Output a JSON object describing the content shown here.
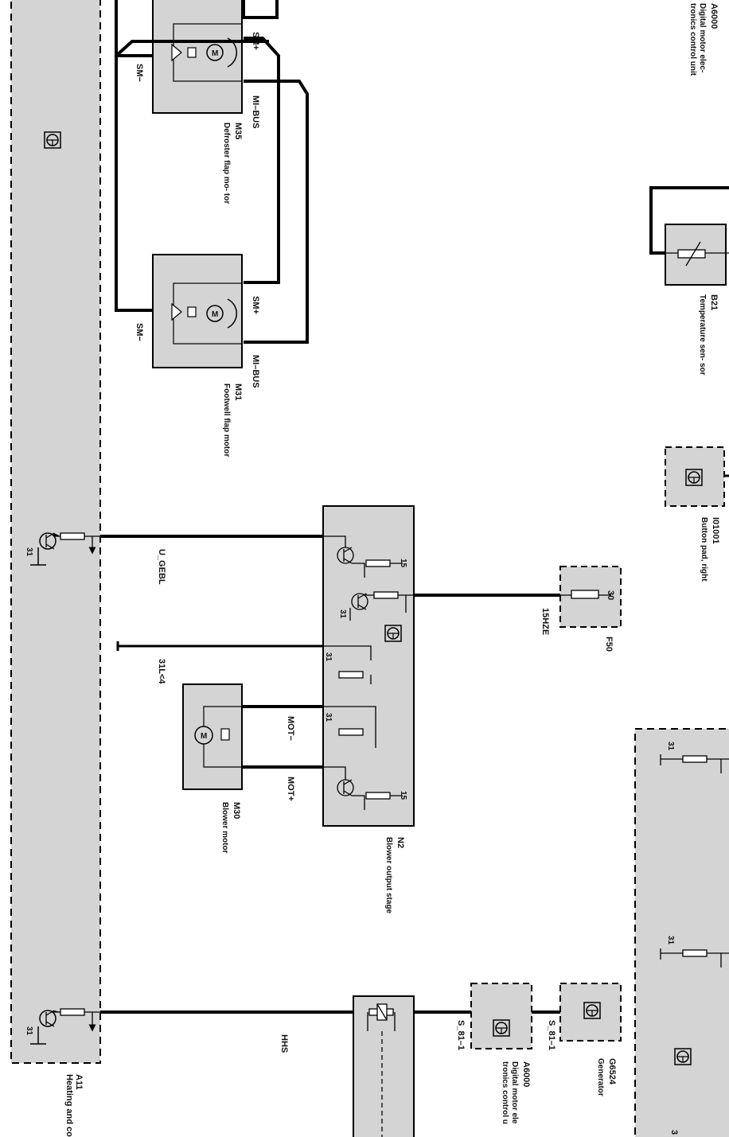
{
  "colors": {
    "module_fill": "#d4d4d4",
    "wire": "#000000",
    "background": "#ffffff"
  },
  "modules": {
    "a11": {
      "id": "A11",
      "name": "Heating and control mod.",
      "pins": [
        "31",
        "31"
      ]
    },
    "a6000_top": {
      "id": "A6000",
      "name": "Digital motor elec- tronics control unit"
    },
    "a6000_bottom": {
      "id": "A6000",
      "name": "Digital motor ele tronics control u"
    },
    "m35": {
      "id": "M35",
      "name": "Defroster flap mo- tor",
      "pins": [
        "SM+",
        "SM−",
        "MI–BUS"
      ]
    },
    "m31": {
      "id": "M31",
      "name": "Footwell flap motor",
      "pins": [
        "SM+",
        "SM−",
        "MI–BUS"
      ]
    },
    "m30": {
      "id": "M30",
      "name": "Blower motor",
      "pins": [
        "MOT−",
        "MOT+"
      ]
    },
    "n2": {
      "id": "N2",
      "name": "Blower output stage",
      "pins": [
        "15",
        "31",
        "31",
        "31",
        "15"
      ]
    },
    "b21": {
      "id": "B21",
      "name": "Temperature sen- sor"
    },
    "i01001": {
      "id": "I01001",
      "name": "Button pad, right"
    },
    "f50": {
      "id": "F50",
      "pin": "30"
    },
    "g6524": {
      "id": "G6524",
      "name": "Generator"
    },
    "right_module": {
      "pins": [
        "31",
        "31"
      ],
      "partial_label": "3"
    }
  },
  "wires": {
    "u_gebl": "U_GEBL",
    "l31": "31L<4",
    "hzze": "15HZE",
    "hhs": "HHS",
    "s81_a": "S_81–1",
    "s81_b": "S_81–1"
  }
}
